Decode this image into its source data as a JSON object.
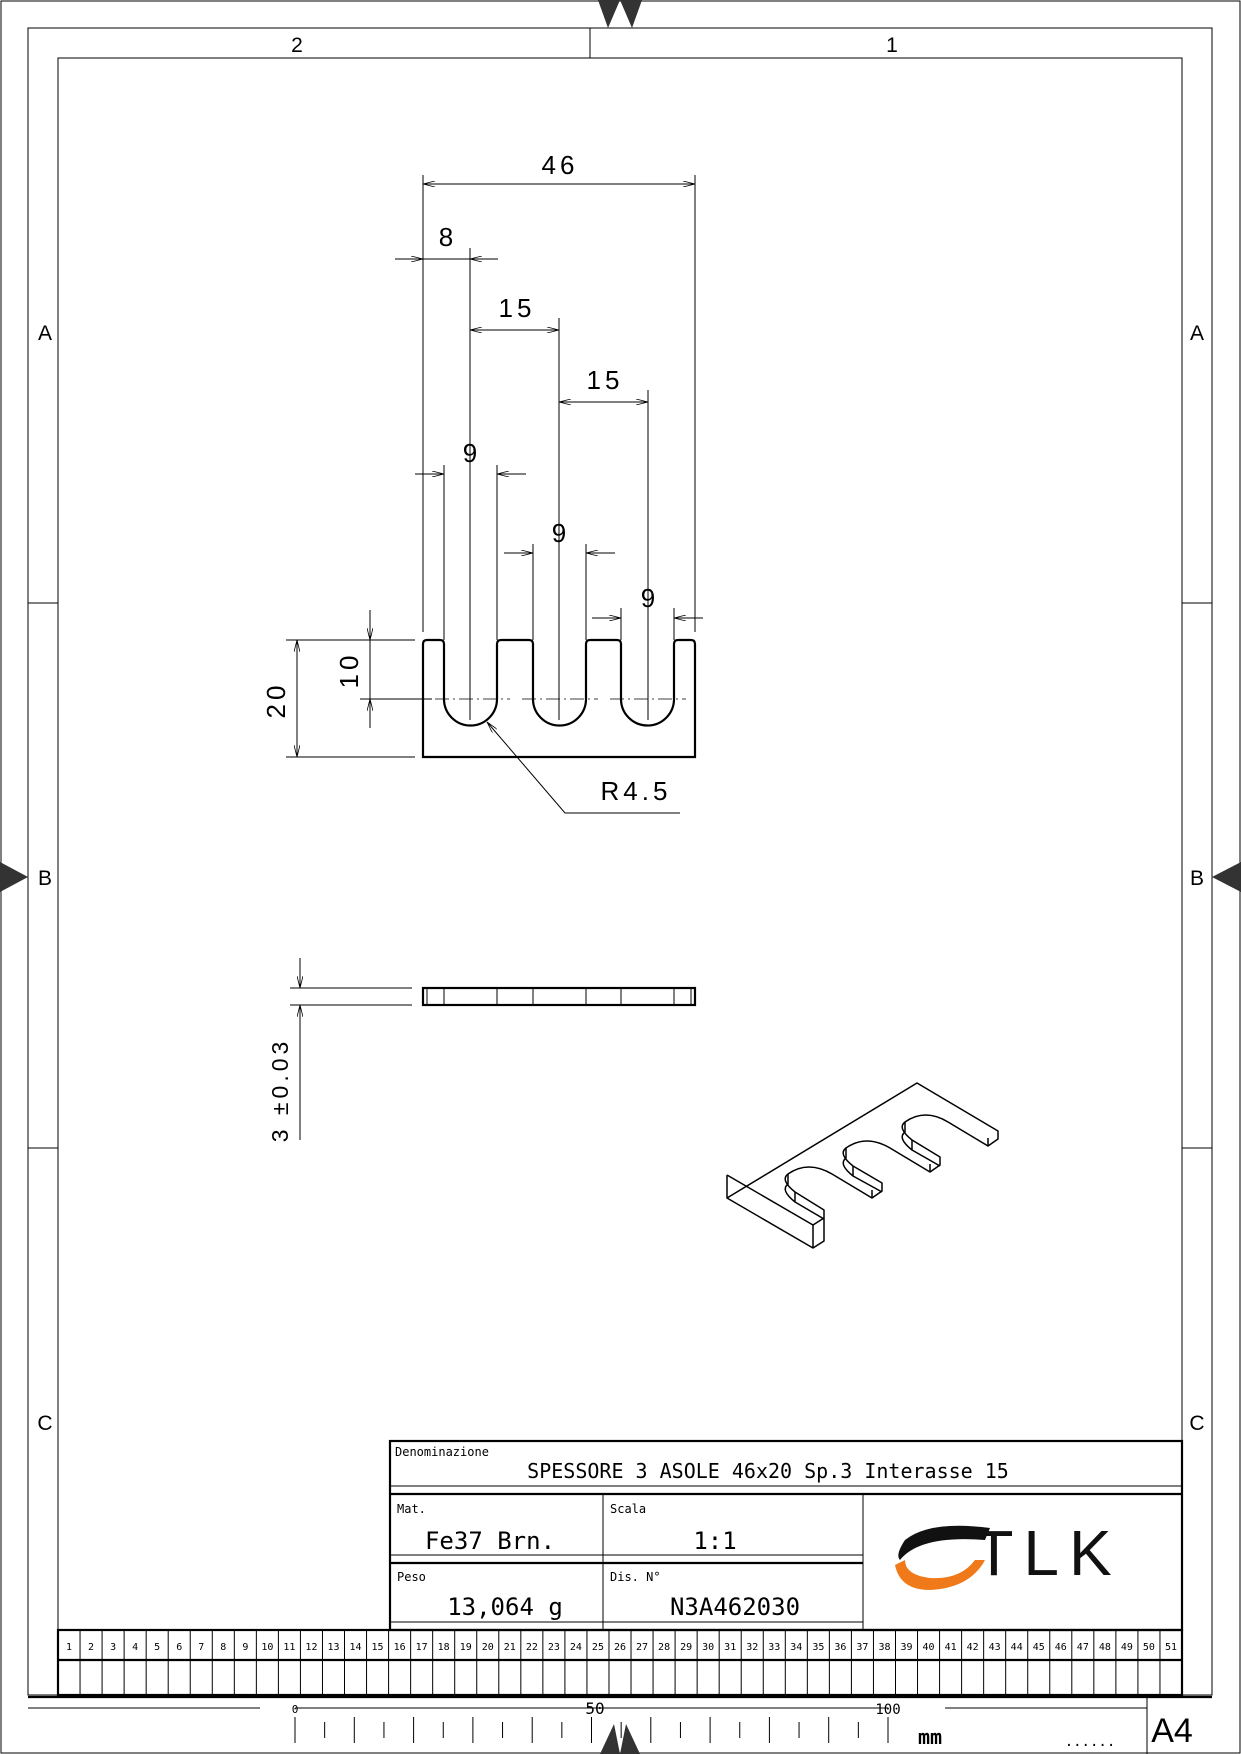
{
  "frame": {
    "columns": [
      "2",
      "1"
    ],
    "rows": [
      "A",
      "B",
      "C"
    ]
  },
  "dimensions": {
    "overall_width": "46",
    "first_slot_offset": "8",
    "pitch_1": "15",
    "pitch_2": "15",
    "slot_width_1": "9",
    "slot_width_2": "9",
    "slot_width_3": "9",
    "height": "20",
    "slot_depth": "10",
    "radius": "R4.5",
    "thickness": "3 ±0.03"
  },
  "title_block": {
    "name_label": "Denominazione",
    "name_value": "SPESSORE 3 ASOLE 46x20 Sp.3 Interasse 15",
    "material_label": "Mat.",
    "material_value": "Fe37 Brn.",
    "scale_label": "Scala",
    "scale_value": "1:1",
    "weight_label": "Peso",
    "weight_value": "13,064 g",
    "drawing_no_label": "Dis. N°",
    "drawing_no_value": "N3A462030",
    "logo_text": "TLK",
    "logo_colors": {
      "orange": "#f07a1a",
      "black": "#111111"
    }
  },
  "grid_count": 51,
  "scale_bar": {
    "labels": [
      "0",
      "50",
      "100"
    ],
    "unit": "mm",
    "dots": "......",
    "paper_size": "A4"
  }
}
